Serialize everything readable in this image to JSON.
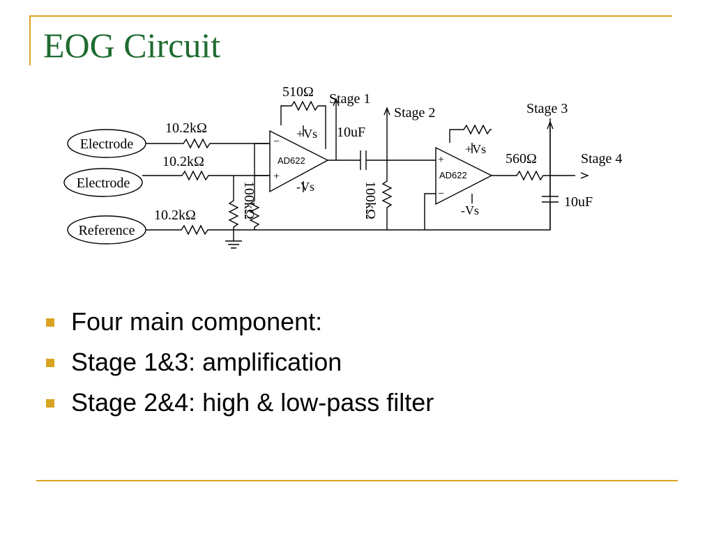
{
  "slide": {
    "title": "EOG Circuit",
    "accent_color": "#d9a421",
    "title_color": "#1f6b2f"
  },
  "circuit": {
    "inputs": [
      "Electrode",
      "Electrode",
      "Reference"
    ],
    "input_resistors": [
      "10.2kΩ",
      "10.2kΩ",
      "10.2kΩ"
    ],
    "gain_resistors": [
      "510Ω",
      "100kΩ"
    ],
    "amplifiers": [
      "AD622",
      "AD622"
    ],
    "supply_labels": {
      "pos": "+Vs",
      "neg": "-Vs"
    },
    "opamp_pins": {
      "inverting": "−",
      "non_inverting": "+"
    },
    "capacitors": [
      "10uF",
      "10uF"
    ],
    "filter_resistors": [
      "100kΩ",
      "560Ω"
    ],
    "stages": [
      "Stage 1",
      "Stage 2",
      "Stage 3",
      "Stage 4"
    ]
  },
  "bullets": [
    "Four main component:",
    "Stage 1&3: amplification",
    "Stage 2&4: high & low-pass filter"
  ]
}
